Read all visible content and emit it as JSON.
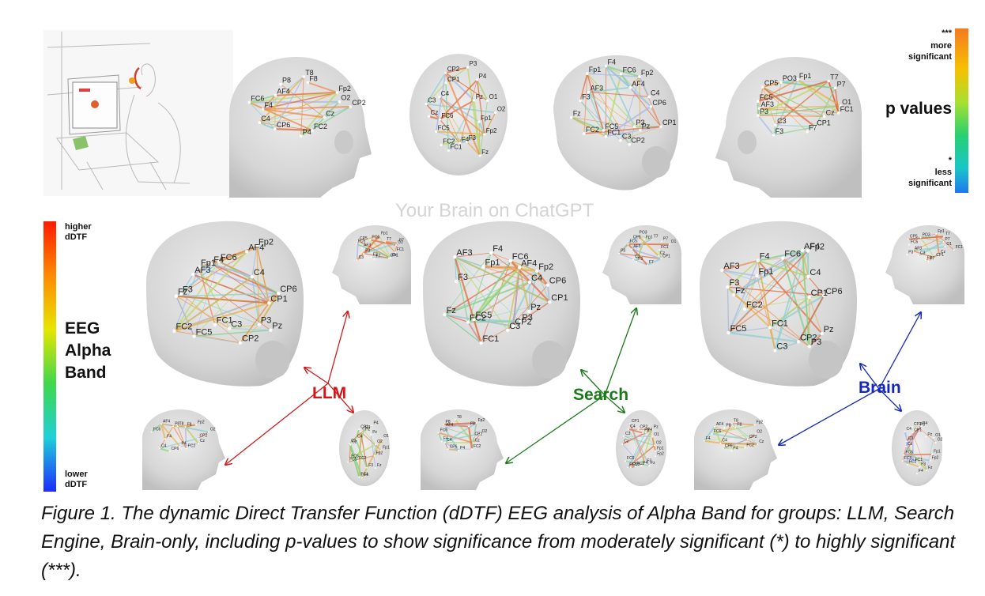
{
  "pvalue_legend": {
    "title": "p values",
    "top_marker": "***",
    "top_label_1": "more",
    "top_label_2": "significant",
    "bottom_marker": "*",
    "bottom_label_1": "less",
    "bottom_label_2": "significant",
    "gradient": [
      "#f47a20",
      "#f6c200",
      "#a8e030",
      "#27d070",
      "#19c6c8",
      "#1e78f0"
    ]
  },
  "dtf_legend": {
    "top_label_1": "higher",
    "top_label_2": "dDTF",
    "title_1": "EEG",
    "title_2": "Alpha",
    "title_3": "Band",
    "bottom_label_1": "lower",
    "bottom_label_2": "dDTF",
    "gradient": [
      "#ff1a00",
      "#ff8a00",
      "#e6e600",
      "#3ed84a",
      "#1fd0d8",
      "#1c2cff"
    ]
  },
  "watermark": "Your Brain on ChatGPT",
  "groups": {
    "llm": {
      "label": "LLM",
      "color": "#d01818"
    },
    "search": {
      "label": "Search",
      "color": "#1a7a1a"
    },
    "brain": {
      "label": "Brain",
      "color": "#1428b8"
    }
  },
  "electrodes": {
    "left_side": [
      "CP2",
      "Cz",
      "FC2",
      "P4",
      "CP6",
      "C4",
      "F4",
      "FC6",
      "AF4",
      "P8",
      "T8",
      "F8",
      "Fp2",
      "O2"
    ],
    "top": [
      "Fp1",
      "Fp2",
      "Fz",
      "F3",
      "F4",
      "FC1",
      "FC2",
      "FC5",
      "FC6",
      "Cz",
      "C3",
      "C4",
      "CP1",
      "CP2",
      "P3",
      "P4",
      "Pz",
      "O1",
      "O2"
    ],
    "back_side": [
      "CP1",
      "Pz",
      "P3",
      "CP2",
      "C3",
      "FC1",
      "FC5",
      "FC2",
      "Fz",
      "F3",
      "AF3",
      "Fp1",
      "F4",
      "FC6",
      "AF4",
      "Fp2",
      "C4",
      "CP6"
    ],
    "right_side": [
      "FC1",
      "Cz",
      "CP1",
      "F7",
      "F3",
      "C3",
      "P3",
      "AF3",
      "FC5",
      "CP5",
      "PO3",
      "Fp1",
      "T7",
      "P7",
      "O1"
    ]
  },
  "caption": "Figure 1. The dynamic Direct Transfer Function (dDTF) EEG analysis of Alpha Band for groups: LLM, Search Engine, Brain-only, including p-values to show significance from moderately significant (*) to highly significant (***)."
}
